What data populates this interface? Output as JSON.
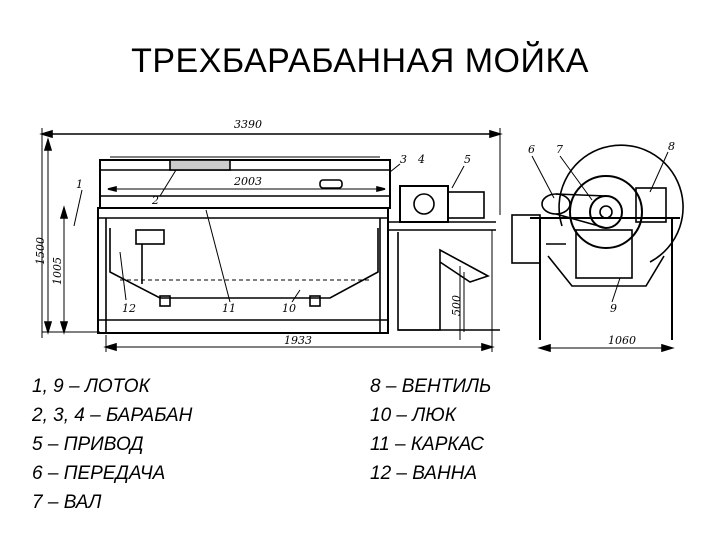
{
  "title": "ТРЕХБАРАБАННАЯ МОЙКА",
  "dimensions": {
    "overall_length": "3390",
    "drum_length": "2003",
    "height_total": "1500",
    "height_frame": "1005",
    "leg_height": "500",
    "bath_length": "1933",
    "side_width": "1060"
  },
  "callouts": [
    "1",
    "2",
    "3",
    "4",
    "5",
    "6",
    "7",
    "8",
    "9",
    "10",
    "11",
    "12"
  ],
  "legend": {
    "left": [
      "1, 9 – ЛОТОК",
      "2, 3, 4 – БАРАБАН",
      "5 – ПРИВОД",
      "6 – ПЕРЕДАЧА",
      "7 – ВАЛ"
    ],
    "right": [
      "8 – ВЕНТИЛЬ",
      "10 – ЛЮК",
      "11 – КАРКАС",
      "12 – ВАННА"
    ]
  }
}
